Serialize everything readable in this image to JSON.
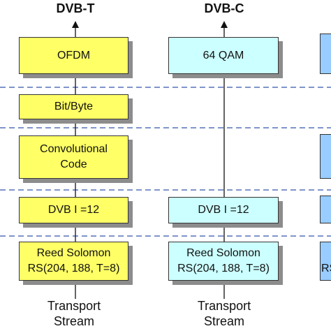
{
  "columns": {
    "dvbt": {
      "title": "DVB-T",
      "blocks": {
        "ofdm": "OFDM",
        "bitbyte": "Bit/Byte",
        "conv_line1": "Convolutional",
        "conv_line2": "Code",
        "dvbi": "DVB I =12",
        "rs_line1": "Reed Solomon",
        "rs_line2": "RS(204, 188, T=8)"
      },
      "footer_line1": "Transport",
      "footer_line2": "Stream"
    },
    "dvbc": {
      "title": "DVB-C",
      "blocks": {
        "qam": "64 QAM",
        "dvbi": "DVB I =12",
        "rs_line1": "Reed Solomon",
        "rs_line2": "RS(204, 188, T=8)"
      },
      "footer_line1": "Transport",
      "footer_line2": "Stream"
    },
    "partial": {
      "rs_fragment": "RS"
    }
  },
  "colors": {
    "dvbt_fill": "#ffff66",
    "dvbc_fill": "#ccffff",
    "partial_fill": "#99ccff",
    "divider": "#3355aa",
    "shadow": "#8c8c8c"
  }
}
